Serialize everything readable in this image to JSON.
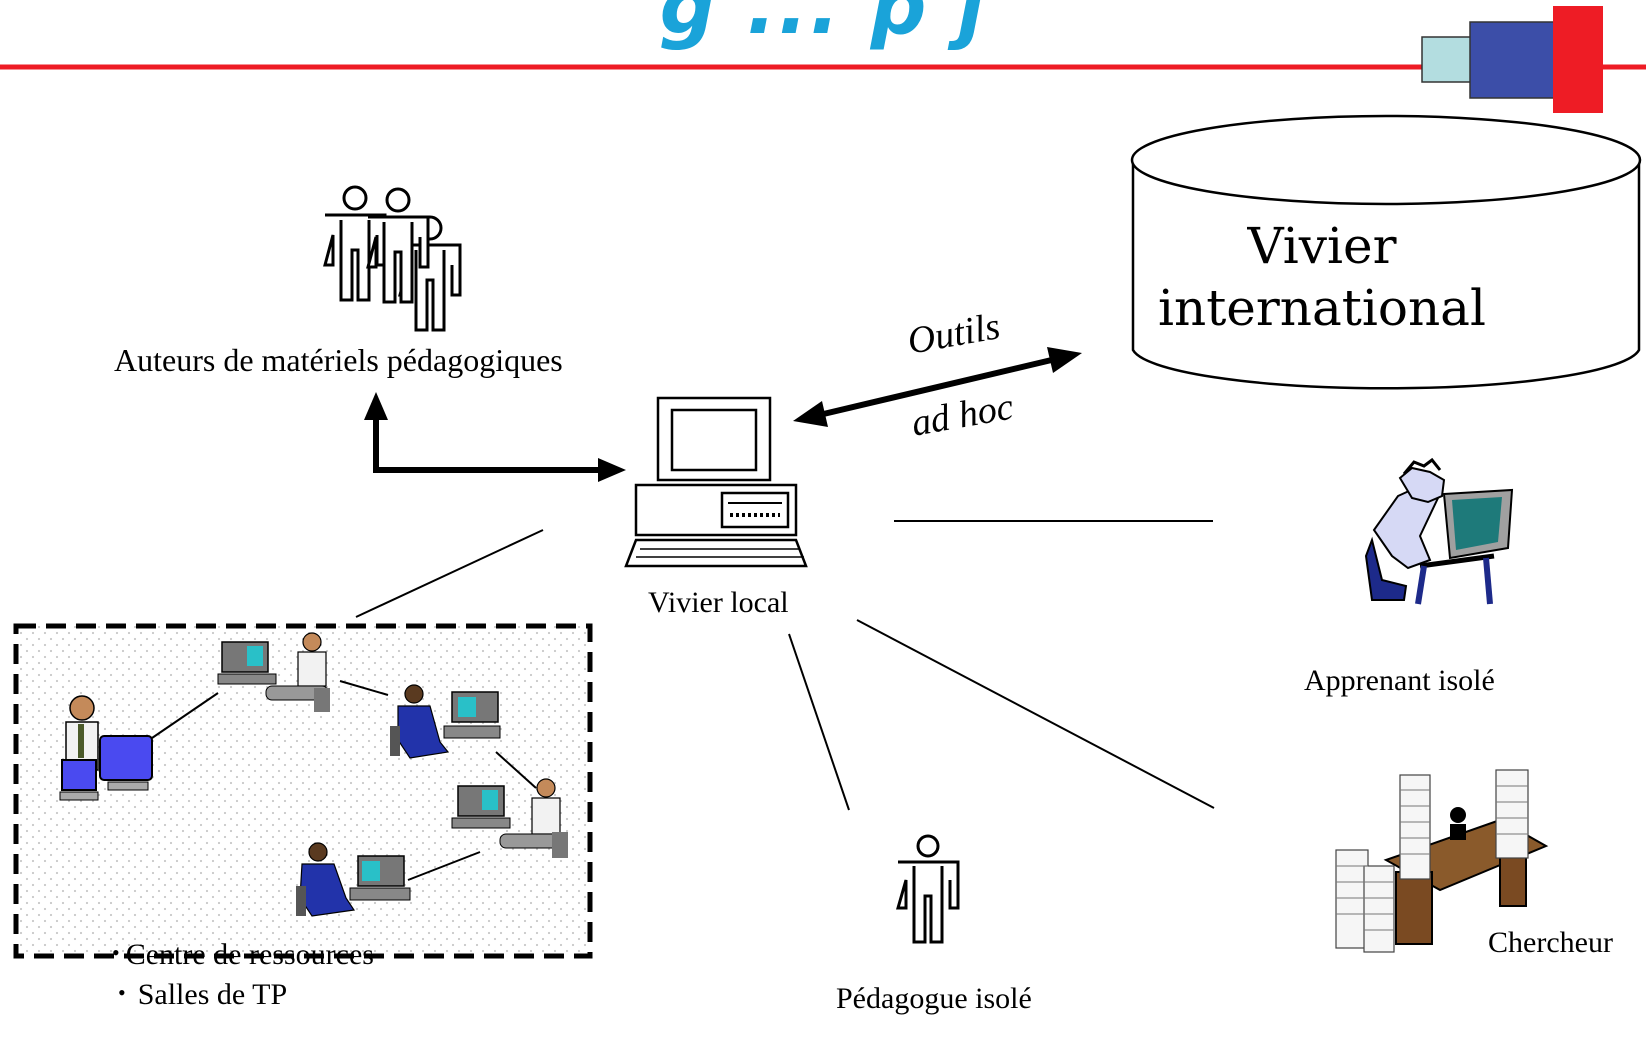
{
  "slide": {
    "title_partial": "g     ... p  j",
    "accent_colors": {
      "rule": "#ee1c25",
      "block_light": "#b3dde0",
      "block_blue": "#3c4ea8",
      "block_red": "#ee1c25",
      "title": "#1aa3d9"
    }
  },
  "labels": {
    "authors": "Auteurs de matériels pédagogiques",
    "local_pool": "Vivier local",
    "international_pool": "Vivier international",
    "tools_line1": "Outils",
    "tools_line2": "ad hoc",
    "learner": "Apprenant isolé",
    "researcher": "Chercheur",
    "teacher": "Pédagogue isolé"
  },
  "resource_list": [
    "Centre de ressources",
    "Salles de TP"
  ],
  "icons": {
    "authors": "group-of-people-icon",
    "local_pool": "desktop-computer-icon",
    "international_pool": "database-cylinder-icon",
    "learner": "person-at-computer-icon",
    "researcher": "researcher-desk-paper-stacks-icon",
    "teacher": "person-outline-icon",
    "resource_center": "networked-workstations-icon"
  }
}
